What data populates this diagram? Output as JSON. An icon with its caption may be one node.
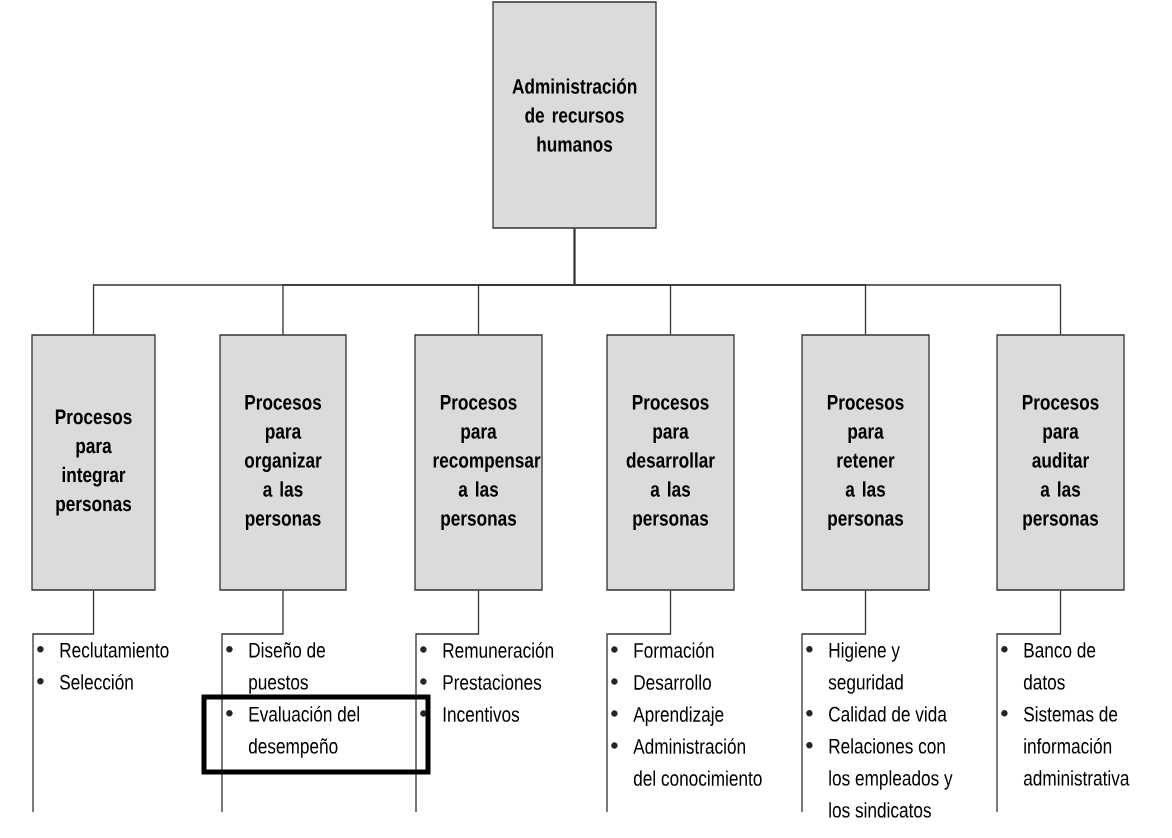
{
  "diagram": {
    "nodes": [
      {
        "text": [
          "Administración de recursos humanos"
        ]
      },
      {
        "text": [
          "Procesos para integrar personas"
        ]
      },
      {
        "text": [
          "Procesos para organizar a las personas"
        ]
      },
      {
        "text": [
          "Procesos para recompensar a las personas"
        ]
      },
      {
        "text": [
          "Procesos para desarrollar a las personas"
        ]
      },
      {
        "text": [
          "Procesos para retener a las personas"
        ]
      },
      {
        "text": [
          "Procesos para auditar a las personas"
        ]
      },
      {
        "text": [
          "Reclutamiento",
          "Selección"
        ]
      },
      {
        "text": [
          "Diseño de puestos",
          "Evaluación del desempeño"
        ]
      },
      {
        "text": [
          "Remuneración",
          "Prestaciones",
          "Incentivos"
        ]
      },
      {
        "text": [
          "Formación",
          "Desarrollo",
          "Aprendizaje",
          "Administración del conocimiento"
        ]
      },
      {
        "text": [
          "Higiene y seguridad",
          "Calidad de vida",
          "Relaciones con los empleados y los sindicatos"
        ]
      },
      {
        "text": [
          "Banco de datos",
          "Sistemas de información administrativa"
        ]
      }
    ],
    "edges": [
      {
        "from": 0,
        "to": 1,
        "arrow": "none"
      },
      {
        "from": 0,
        "to": 2,
        "arrow": "none"
      },
      {
        "from": 0,
        "to": 3,
        "arrow": "none"
      },
      {
        "from": 0,
        "to": 4,
        "arrow": "none"
      },
      {
        "from": 0,
        "to": 5,
        "arrow": "none"
      },
      {
        "from": 0,
        "to": 6,
        "arrow": "none"
      },
      {
        "from": 1,
        "to": 7,
        "arrow": "none"
      },
      {
        "from": 2,
        "to": 8,
        "arrow": "none"
      },
      {
        "from": 3,
        "to": 9,
        "arrow": "none"
      },
      {
        "from": 4,
        "to": 10,
        "arrow": "none"
      },
      {
        "from": 5,
        "to": 11,
        "arrow": "none"
      },
      {
        "from": 6,
        "to": 12,
        "arrow": "none"
      }
    ]
  }
}
